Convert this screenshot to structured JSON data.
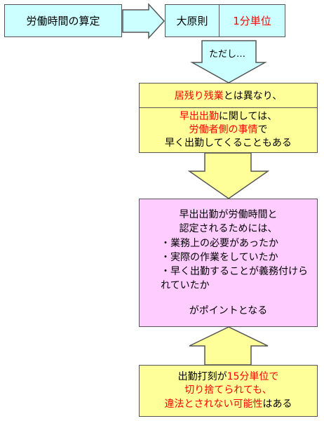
{
  "colors": {
    "cyan": "#ccffff",
    "yellow": "#ffff99",
    "pink": "#ffccff",
    "red": "#ff0000"
  },
  "top": {
    "title": "労働時間の算定",
    "principle": "大原則",
    "unit": "1分単位"
  },
  "however": "ただし…",
  "box1": {
    "red": "居残り残業",
    "rest": "とは異なり、"
  },
  "box2": {
    "line1_red": "早出出勤",
    "line1_rest": "に関しては、",
    "line2_red": "労働者側の事情",
    "line2_rest": "で",
    "line3": "早く出勤してくることもある"
  },
  "box3": {
    "line1": "早出出勤が労働時間と",
    "line2": "認定されるためには、",
    "items": [
      "・業務上の必要があったか",
      "・実際の作業をしていたか",
      "・早く出勤することが義務付けら",
      "れていたか"
    ],
    "footer": "がポイントとなる"
  },
  "box4": {
    "l1_a": "出勤打刻が",
    "l1_red": "15分単位で",
    "l2_red": "切り捨てられても、",
    "l3_red": "違法とされない可能性",
    "l3_rest": "はある"
  }
}
